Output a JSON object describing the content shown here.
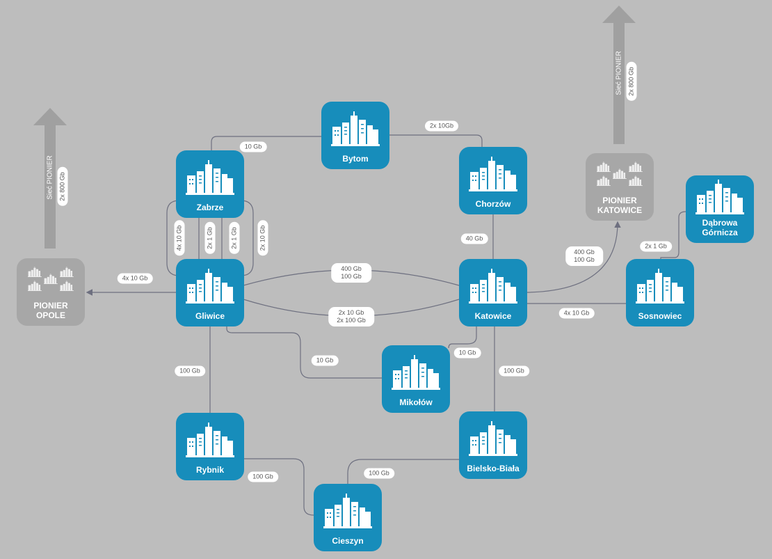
{
  "nodes": {
    "bytom": "Bytom",
    "zabrze": "Zabrze",
    "chorzow": "Chorzów",
    "gliwice": "Gliwice",
    "katowice": "Katowice",
    "sosnowiec": "Sosnowiec",
    "dabrowa": "Dąbrowa Górnicza",
    "pionier_katowice": "PIONIER KATOWICE",
    "pionier_opole": "PIONIER OPOLE",
    "mikolow": "Mikołów",
    "rybnik": "Rybnik",
    "bielsko": "Bielsko-Biała",
    "cieszyn": "Cieszyn"
  },
  "links": {
    "zabrze_bytom": "10 Gb",
    "bytom_chorzow": "2x 10Gb",
    "zg1": "4x 10 Gb",
    "zg2": "2x 1 Gb",
    "zg3": "2x 1 Gb",
    "zg4": "2x 10 Gb",
    "gliwice_opole": "4x 10 Gb",
    "gk_top_1": "400 Gb",
    "gk_top_2": "100 Gb",
    "gk_bot_1": "2x 10 Gb",
    "gk_bot_2": "2x 100 Gb",
    "chorzow_katowice": "40 Gb",
    "kat_pionier_1": "400 Gb",
    "kat_pionier_2": "100 Gb",
    "kat_sosnowiec": "4x 10 Gb",
    "sosnowiec_dabrowa": "2x 1 Gb",
    "gliwice_mikolow": "10 Gb",
    "katowice_mikolow": "10 Gb",
    "gliwice_rybnik": "100 Gb",
    "katowice_bielsko": "100 Gb",
    "rybnik_cieszyn": "100 Gb",
    "bielsko_cieszyn": "100 Gb"
  },
  "uplinks": {
    "network": "Sieć PIONIER",
    "capacity": "2x 800 Gb"
  },
  "colors": {
    "background": "#bdbdbd",
    "node": "#178dbb",
    "pionier_node": "#a7a7a7",
    "line": "#6e7080"
  }
}
